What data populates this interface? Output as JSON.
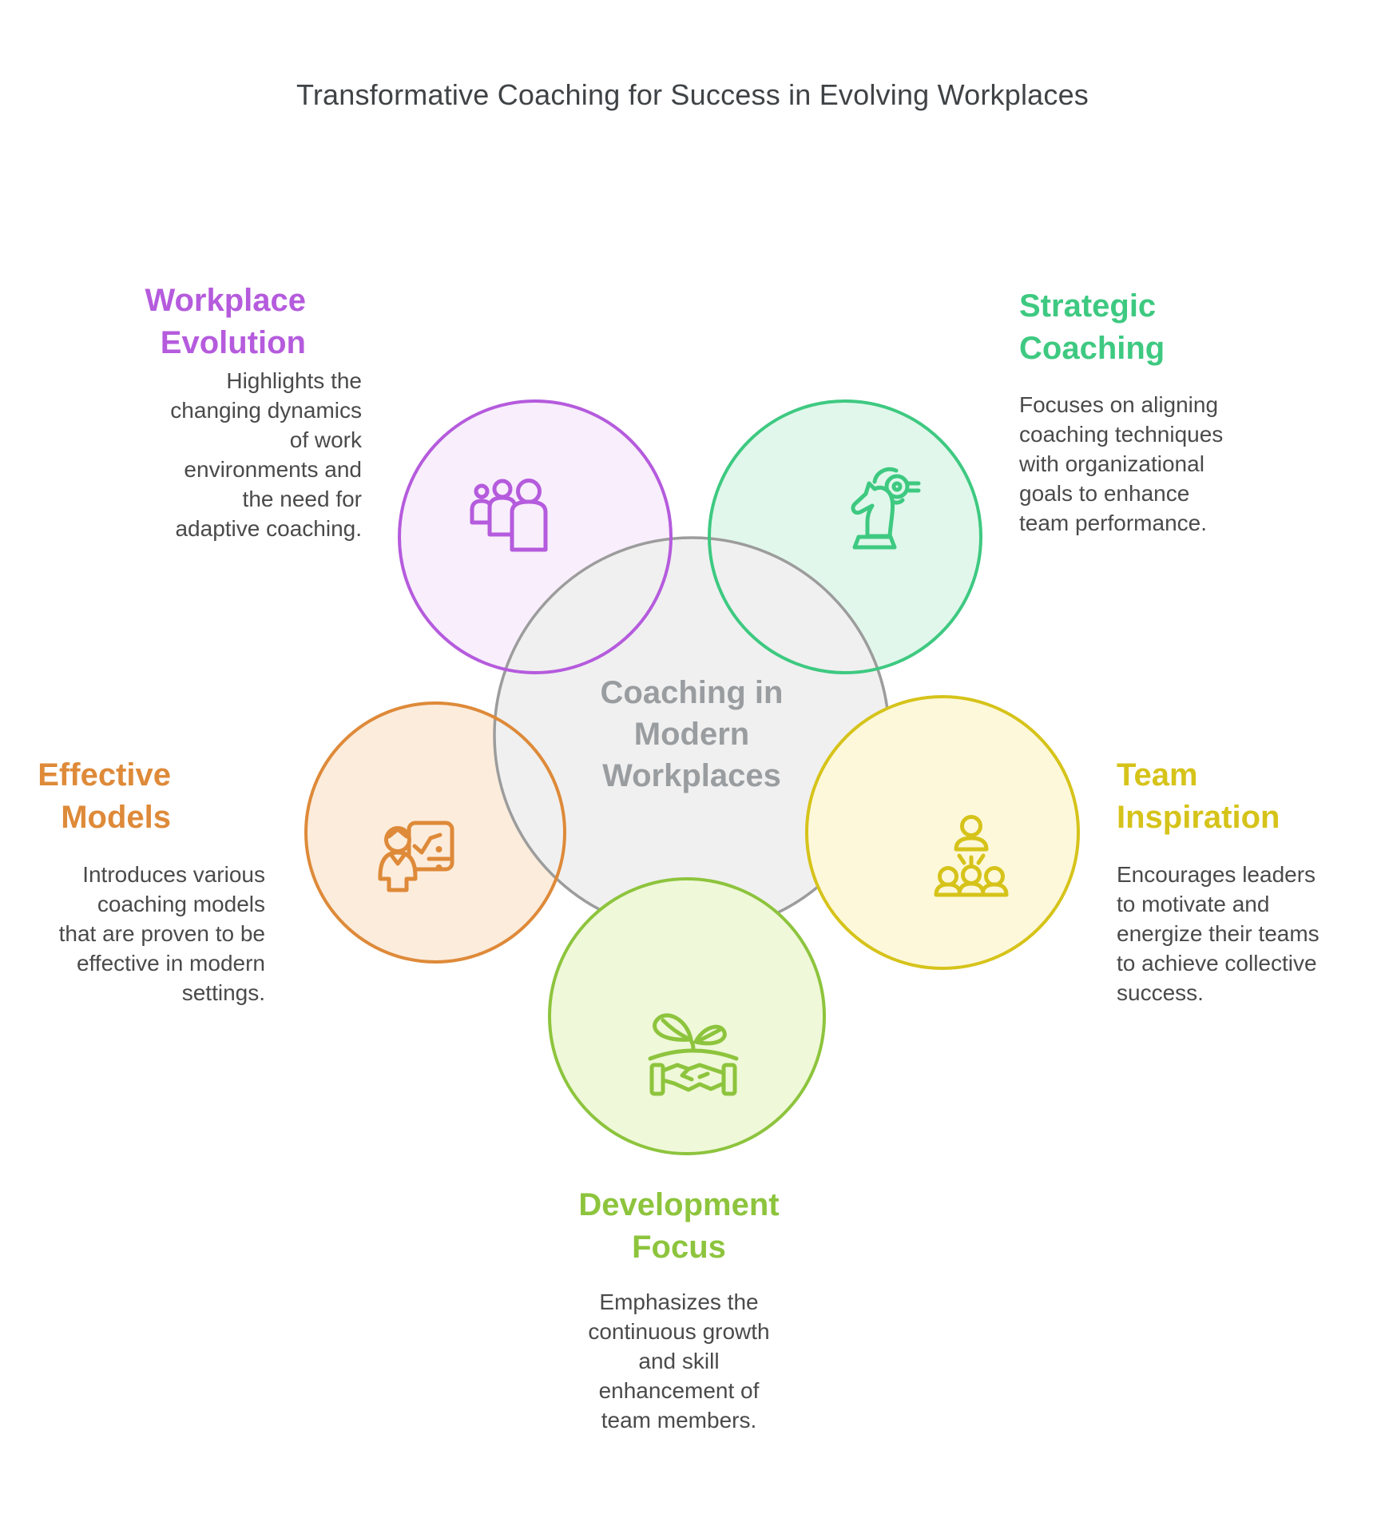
{
  "title": "Transformative Coaching for Success in Evolving Workplaces",
  "center": {
    "lines": [
      "Coaching in",
      "Modern",
      "Workplaces"
    ],
    "stroke": "#9c9c9c",
    "fill": "#f0f0f0",
    "text_color": "#9a9da0"
  },
  "text_colors": {
    "title": "#404346",
    "body": "#4a4a4b"
  },
  "nodes": [
    {
      "id": "workplace-evolution",
      "heading": [
        "Workplace",
        "Evolution"
      ],
      "body": [
        "Highlights the",
        "changing dynamics",
        "of work",
        "environments and",
        "the need for",
        "adaptive coaching."
      ],
      "color": "#b55bdd",
      "fill": "#f8eefc",
      "icon": "people-group-icon"
    },
    {
      "id": "strategic-coaching",
      "heading": [
        "Strategic",
        "Coaching"
      ],
      "body": [
        "Focuses on aligning",
        "coaching techniques",
        "with organizational",
        "goals to enhance",
        "team performance."
      ],
      "color": "#3ec981",
      "fill": "#e1f7eb",
      "icon": "chess-knight-gear-icon"
    },
    {
      "id": "effective-models",
      "heading": [
        "Effective",
        "Models"
      ],
      "body": [
        "Introduces various",
        "coaching models",
        "that are proven to be",
        "effective in modern",
        "settings."
      ],
      "color": "#de8a39",
      "fill": "#fcecdc",
      "icon": "presenter-checklist-icon"
    },
    {
      "id": "team-inspiration",
      "heading": [
        "Team",
        "Inspiration"
      ],
      "body": [
        "Encourages leaders",
        "to motivate and",
        "energize their teams",
        "to achieve collective",
        "success."
      ],
      "color": "#d6c31a",
      "fill": "#fdf8da",
      "icon": "leader-team-icon"
    },
    {
      "id": "development-focus",
      "heading": [
        "Development",
        "Focus"
      ],
      "body": [
        "Emphasizes the",
        "continuous growth",
        "and skill",
        "enhancement of",
        "team members."
      ],
      "color": "#8dc43d",
      "fill": "#eff8d8",
      "icon": "plant-handshake-icon"
    }
  ]
}
